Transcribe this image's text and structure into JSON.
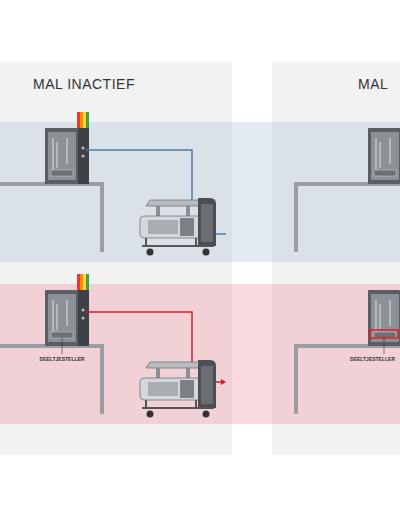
{
  "diagram": {
    "nodes": [
      {
        "text": [
          "MAL INACTIEF"
        ]
      },
      {
        "text": [
          "MAL"
        ]
      }
    ],
    "labels": [
      "DEELTJESTELLER",
      "DEELTJESTELLER"
    ]
  }
}
